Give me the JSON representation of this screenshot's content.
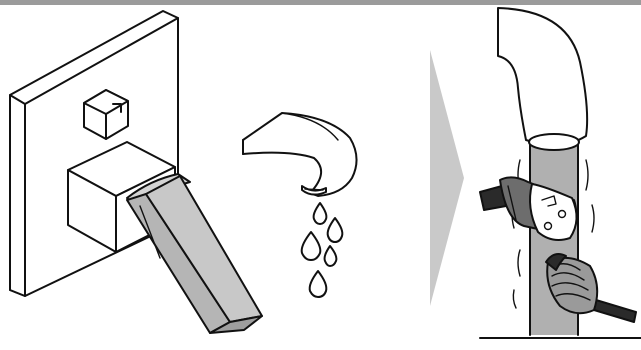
{
  "figure": {
    "panels": [
      {
        "id": "problem",
        "subject": "concealed-mixer-dripping-spout"
      },
      {
        "id": "solution",
        "subject": "cartridge-replacement"
      }
    ],
    "colors": {
      "line": "#111111",
      "handle_fill": "#b5b5b5",
      "pipe_fill": "#b0b0b0",
      "arrow_fill": "#c9c9c9",
      "rule": "#9b9b9b",
      "surface": "#ffffff"
    },
    "icons": [
      "mixer-plate",
      "lever-handle",
      "diverter-knob",
      "spout",
      "water-drops",
      "process-arrow",
      "pipe-bend",
      "cartridge",
      "valve-cartridge"
    ]
  }
}
